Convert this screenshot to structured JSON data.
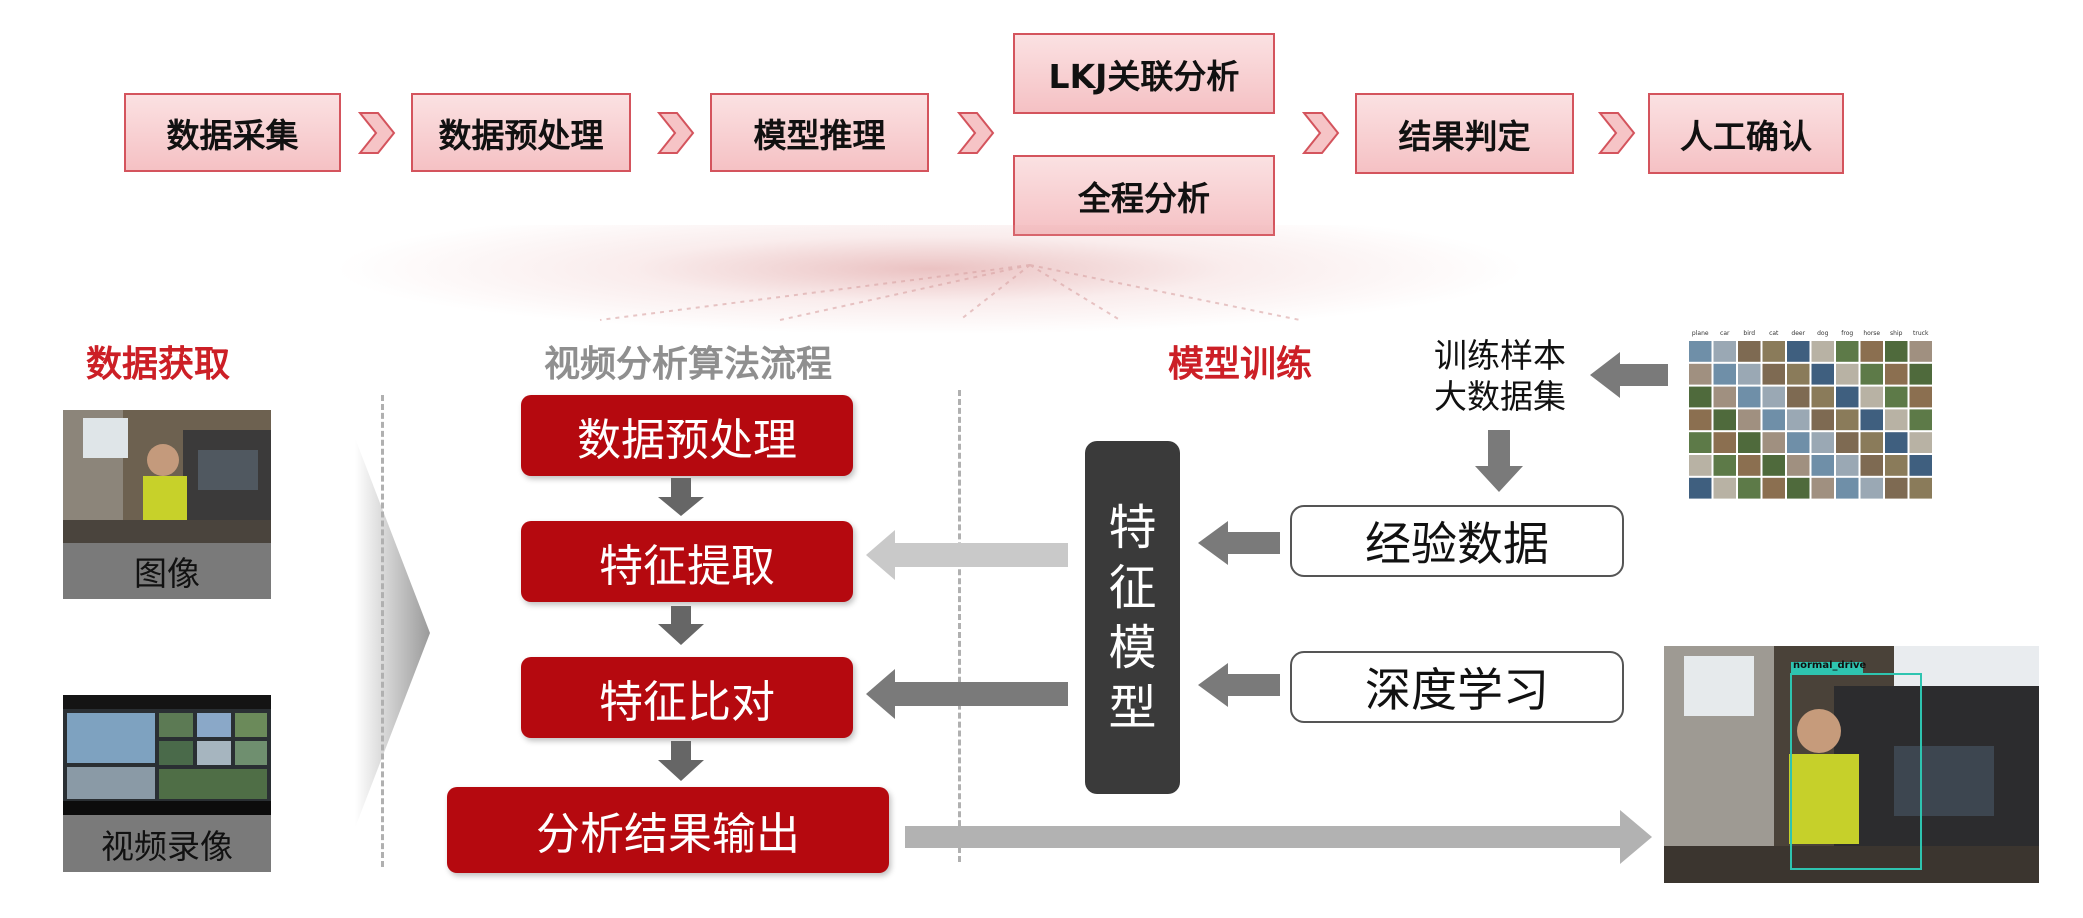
{
  "pipeline": {
    "steps": [
      "数据采集",
      "数据预处理",
      "模型推理",
      "LKJ关联分析",
      "全程分析",
      "结果判定",
      "人工确认"
    ]
  },
  "sections": {
    "acquisition": "数据获取",
    "algorithm": "视频分析算法流程",
    "training": "模型训练"
  },
  "acquisition": {
    "image_caption": "图像",
    "video_caption": "视频录像"
  },
  "algorithm": {
    "steps": [
      "数据预处理",
      "特征提取",
      "特征比对",
      "分析结果输出"
    ]
  },
  "training": {
    "feature_model": [
      "特",
      "征",
      "模",
      "型"
    ],
    "samples_line1": "训练样本",
    "samples_line2": "大数据集",
    "experience": "经验数据",
    "deep_learning": "深度学习",
    "dataset_labels": [
      "plane",
      "car",
      "bird",
      "cat",
      "deer",
      "dog",
      "frog",
      "horse",
      "ship",
      "truck"
    ]
  },
  "detection": {
    "label": "normal_drive"
  },
  "colors": {
    "accent_red": "#b5090f",
    "title_red": "#cc1f26",
    "pipeline_fill": "#f5c1c4",
    "pipeline_border": "#d4545d",
    "arrow_gray": "#8c8c8c",
    "detection_box": "#2ec4b0"
  }
}
